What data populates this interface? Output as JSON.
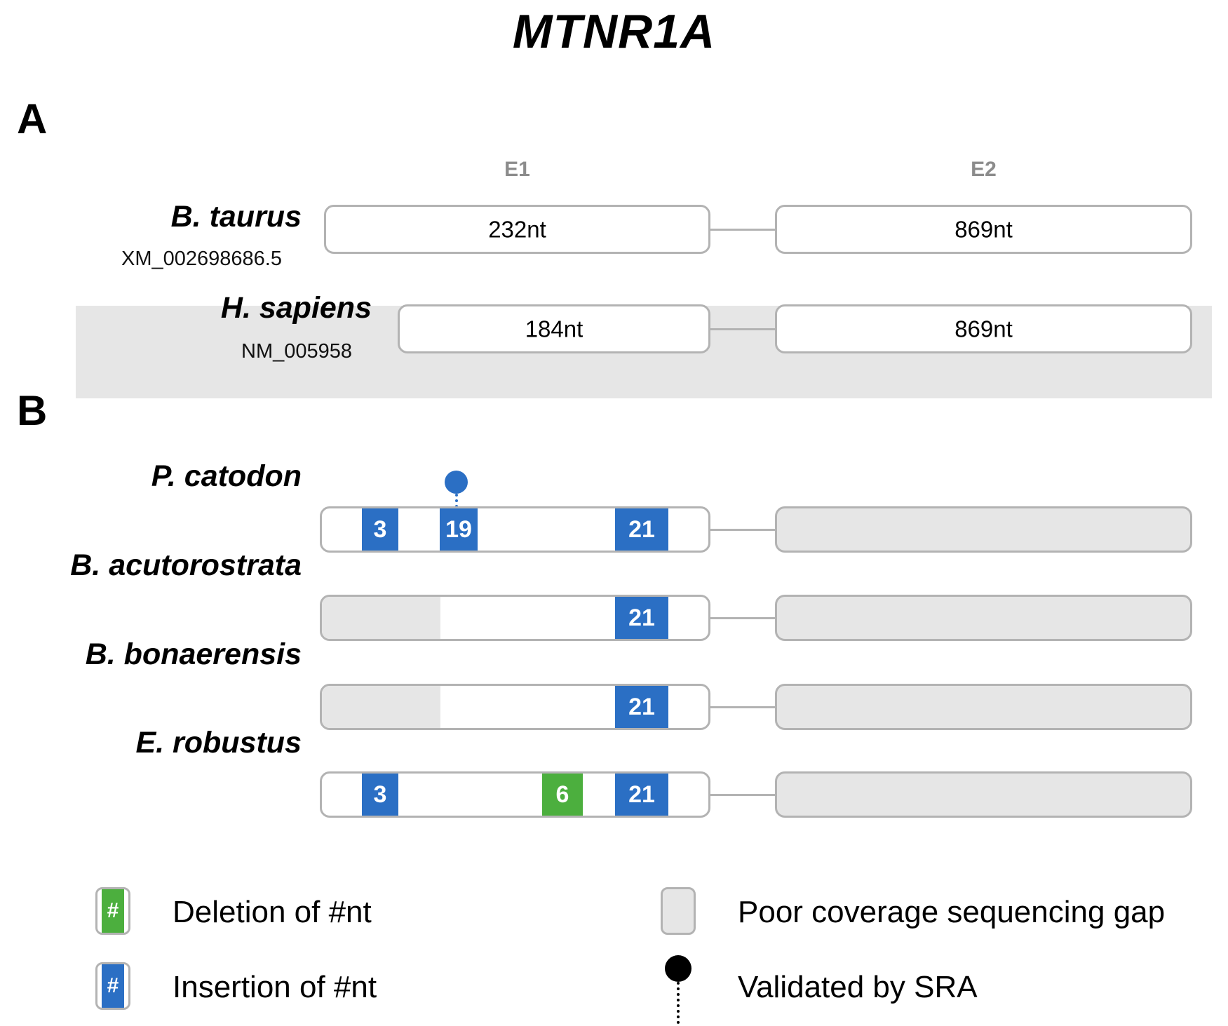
{
  "figure": {
    "title": "MTNR1A"
  },
  "panel_a": {
    "letter": "A",
    "exon_headers": [
      {
        "name": "e1-header",
        "label": "E1"
      },
      {
        "name": "e2-header",
        "label": "E2"
      }
    ],
    "rows": [
      {
        "species": "B. taurus",
        "accession": "XM_002698686.5",
        "highlighted": false,
        "exons": [
          {
            "name": "E1",
            "length_label": "232nt"
          },
          {
            "name": "E2",
            "length_label": "869nt"
          }
        ]
      },
      {
        "species": "H. sapiens",
        "accession": "NM_005958",
        "highlighted": true,
        "exons": [
          {
            "name": "E1",
            "length_label": "184nt"
          },
          {
            "name": "E2",
            "length_label": "869nt"
          }
        ]
      }
    ]
  },
  "panel_b": {
    "letter": "B",
    "rows": [
      {
        "species": "P. catodon",
        "e1_has_gap": false,
        "e2_is_gap": true,
        "sra_validated": true,
        "indels": [
          {
            "type": "insertion",
            "label": "3"
          },
          {
            "type": "insertion",
            "label": "19"
          },
          {
            "type": "insertion",
            "label": "21"
          }
        ]
      },
      {
        "species": "B. acutorostrata",
        "e1_has_gap": true,
        "e2_is_gap": true,
        "sra_validated": false,
        "indels": [
          {
            "type": "insertion",
            "label": "21"
          }
        ]
      },
      {
        "species": "B. bonaerensis",
        "e1_has_gap": true,
        "e2_is_gap": true,
        "sra_validated": false,
        "indels": [
          {
            "type": "insertion",
            "label": "21"
          }
        ]
      },
      {
        "species": "E. robustus",
        "e1_has_gap": false,
        "e2_is_gap": true,
        "sra_validated": false,
        "indels": [
          {
            "type": "insertion",
            "label": "3"
          },
          {
            "type": "deletion",
            "label": "6"
          },
          {
            "type": "insertion",
            "label": "21"
          }
        ]
      }
    ]
  },
  "legend": {
    "items": [
      {
        "key": "deletion",
        "symbol": "#",
        "text": "Deletion of #nt"
      },
      {
        "key": "gap",
        "symbol": "",
        "text": "Poor coverage sequencing gap"
      },
      {
        "key": "insertion",
        "symbol": "#",
        "text": "Insertion of #nt"
      },
      {
        "key": "sra",
        "symbol": "",
        "text": "Validated by SRA"
      }
    ]
  },
  "colors": {
    "insertion_blue": "#2b6fc4",
    "deletion_green": "#4caf3e",
    "gap_gray": "#e6e6e6",
    "border_gray": "#b3b3b3",
    "header_gray": "#8c8c8c",
    "sra_marker_blue": "#2b6fc4",
    "sra_legend_black": "#000000"
  }
}
